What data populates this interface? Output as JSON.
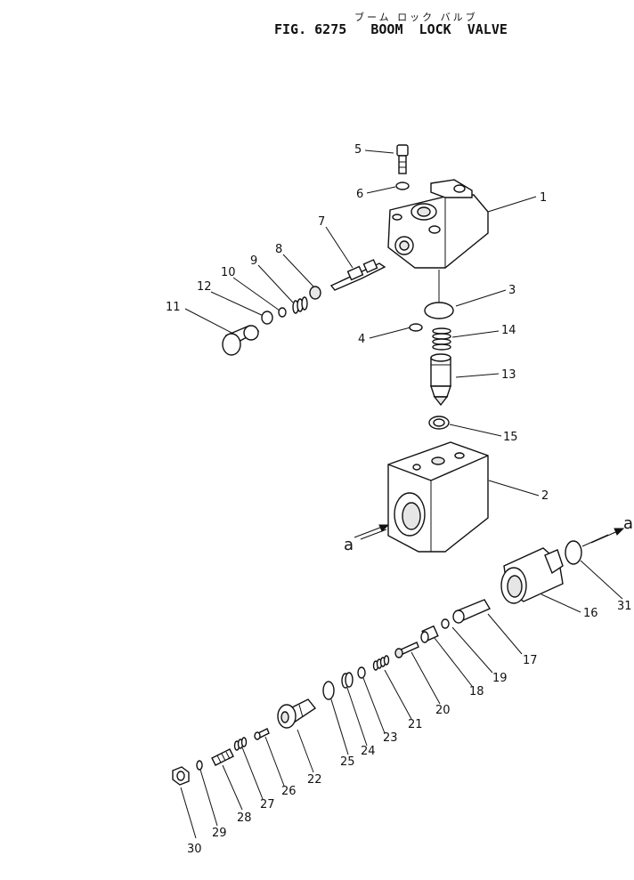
{
  "figure": {
    "title_jp": "ブーム ロック バルブ",
    "title": "FIG. 6275   BOOM  LOCK  VALVE"
  },
  "labels": [
    "1",
    "2",
    "3",
    "4",
    "5",
    "6",
    "7",
    "8",
    "9",
    "10",
    "11",
    "12",
    "13",
    "14",
    "15",
    "16",
    "17",
    "18",
    "19",
    "20",
    "21",
    "22",
    "23",
    "24",
    "25",
    "26",
    "27",
    "28",
    "29",
    "30",
    "31"
  ],
  "flow_labels": {
    "inlet": "a",
    "outlet": "a"
  }
}
